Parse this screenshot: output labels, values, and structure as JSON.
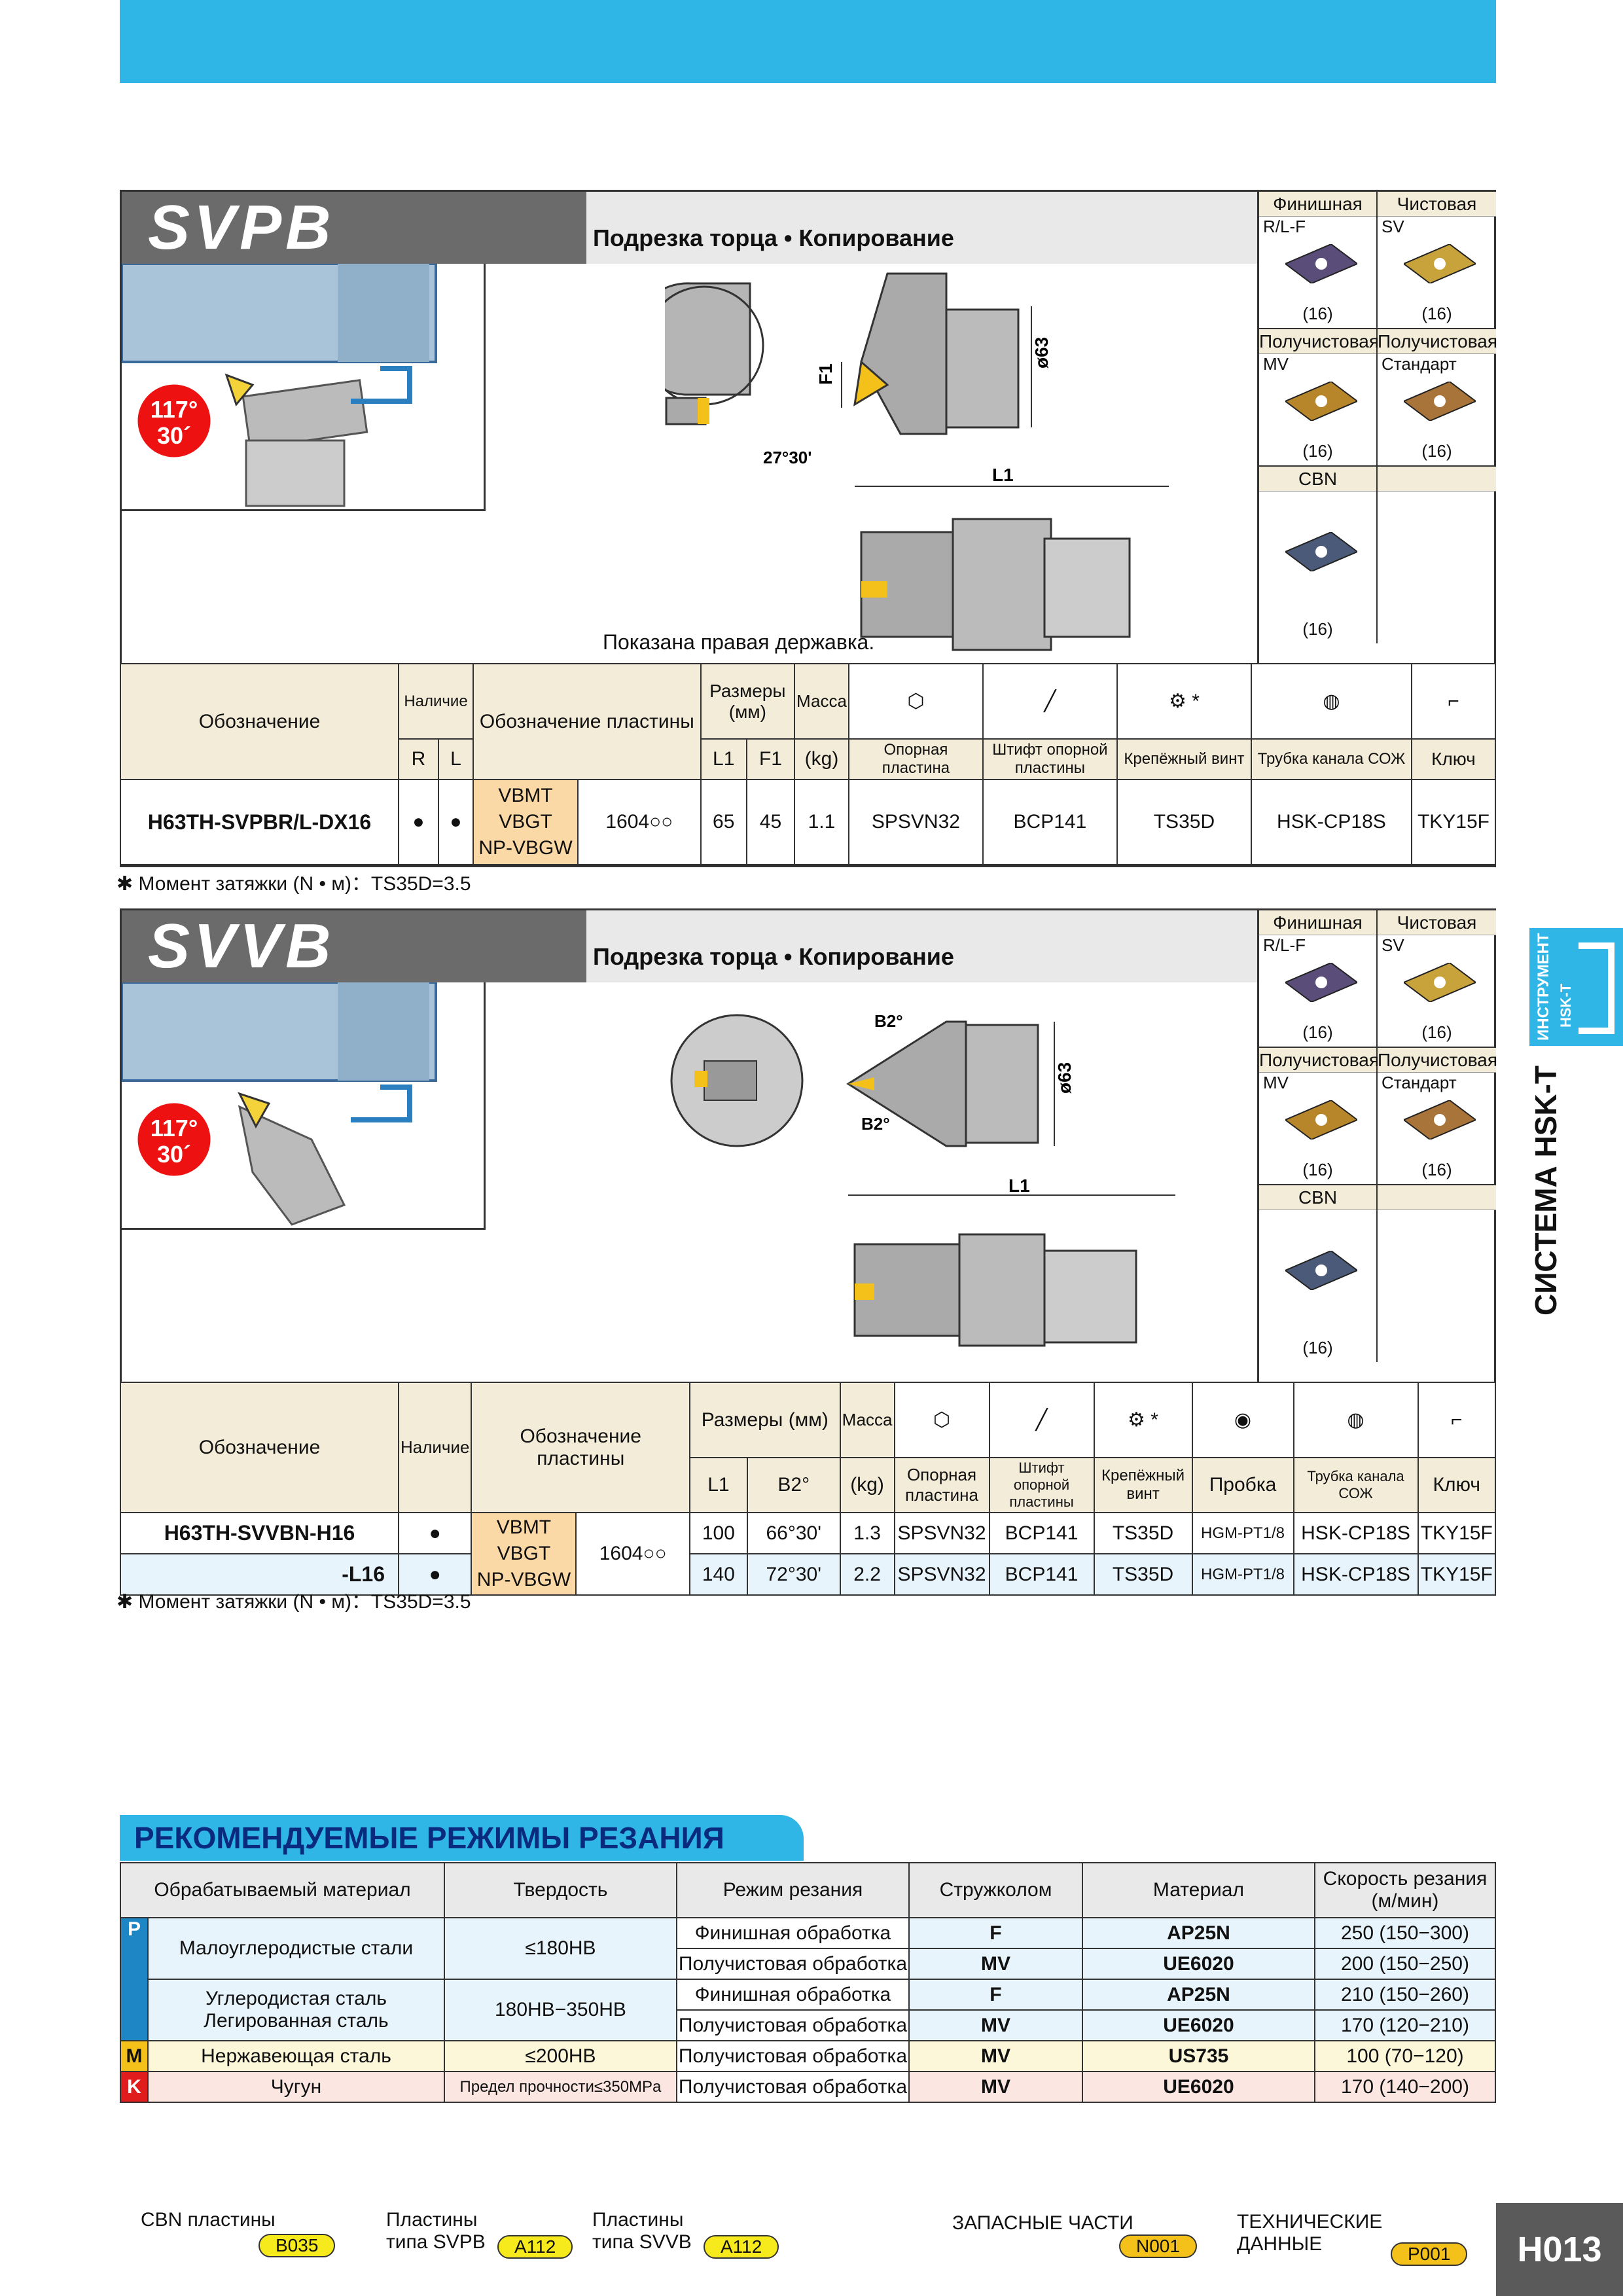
{
  "svpb": {
    "title": "SVPB",
    "subtitle": "Подрезка торца • Копирование",
    "angle1": "117°",
    "angle2": "30´",
    "dim_d": "ø63",
    "dim_f": "F1",
    "dim_l": "L1",
    "dim_angle": "27°30'",
    "caption": "Показана правая державка.",
    "inserts": [
      {
        "hdr": "Финишная",
        "code": "R/L-F",
        "cnt": "(16)",
        "color": "#5a4d7a"
      },
      {
        "hdr": "Чистовая",
        "code": "SV",
        "cnt": "(16)",
        "color": "#c8a23a"
      },
      {
        "hdr": "Получистовая",
        "code": "MV",
        "cnt": "(16)",
        "color": "#b8862a"
      },
      {
        "hdr": "Получистовая",
        "code": "Стандарт",
        "cnt": "(16)",
        "color": "#a8743a"
      },
      {
        "hdr": "CBN",
        "code": "",
        "cnt": "(16)",
        "color": "#4a5a78"
      },
      {
        "hdr": "",
        "code": "",
        "cnt": "",
        "color": ""
      }
    ],
    "th": {
      "designation": "Обозначение",
      "avail": "Наличие",
      "r": "R",
      "l": "L",
      "insert": "Обозначение пластины",
      "dims": "Размеры (мм)",
      "l1": "L1",
      "f1": "F1",
      "mass": "Масса",
      "kg": "(kg)",
      "seat": "Опорная пластина",
      "pin": "Штифт опорной пластины",
      "screw": "Крепёжный винт",
      "tube": "Трубка канала СОЖ",
      "key": "Ключ",
      "star": "*"
    },
    "row": {
      "designation": "H63TH-SVPBR/L-DX16",
      "r": "●",
      "l": "●",
      "ins1": "VBMT",
      "ins2": "VBGT",
      "ins3": "NP-VBGW",
      "size": "1604○○",
      "l1": "65",
      "f1": "45",
      "mass": "1.1",
      "seat": "SPSVN32",
      "pin": "BCP141",
      "screw": "TS35D",
      "tube": "HSK-CP18S",
      "key": "TKY15F"
    },
    "note": "✱ Момент затяжки (N • м)：TS35D=3.5"
  },
  "svvb": {
    "title": "SVVB",
    "subtitle": "Подрезка торца • Копирование",
    "angle1": "117°",
    "angle2": "30´",
    "dim_d": "ø63",
    "dim_l": "L1",
    "dim_b1": "B2°",
    "dim_b2": "B2°",
    "inserts": [
      {
        "hdr": "Финишная",
        "code": "R/L-F",
        "cnt": "(16)",
        "color": "#5a4d7a"
      },
      {
        "hdr": "Чистовая",
        "code": "SV",
        "cnt": "(16)",
        "color": "#c8a23a"
      },
      {
        "hdr": "Получистовая",
        "code": "MV",
        "cnt": "(16)",
        "color": "#b8862a"
      },
      {
        "hdr": "Получистовая",
        "code": "Стандарт",
        "cnt": "(16)",
        "color": "#a8743a"
      },
      {
        "hdr": "CBN",
        "code": "",
        "cnt": "(16)",
        "color": "#4a5a78"
      },
      {
        "hdr": "",
        "code": "",
        "cnt": "",
        "color": ""
      }
    ],
    "th": {
      "designation": "Обозначение",
      "avail": "Наличие",
      "insert": "Обозначение пластины",
      "dims": "Размеры (мм)",
      "l1": "L1",
      "b2": "B2°",
      "mass": "Масса",
      "kg": "(kg)",
      "seat": "Опорная пластина",
      "pin": "Штифт опорной пластины",
      "screw": "Крепёжный винт",
      "plug": "Пробка",
      "tube": "Трубка канала СОЖ",
      "key": "Ключ",
      "star": "*"
    },
    "rows": [
      {
        "designation": "H63TH-SVVBN-H16",
        "avail": "●",
        "l1": "100",
        "b2": "66°30'",
        "mass": "1.3",
        "seat": "SPSVN32",
        "pin": "BCP141",
        "screw": "TS35D",
        "plug": "HGM-PT1/8",
        "tube": "HSK-CP18S",
        "key": "TKY15F"
      },
      {
        "designation": "-L16",
        "avail": "●",
        "l1": "140",
        "b2": "72°30'",
        "mass": "2.2",
        "seat": "SPSVN32",
        "pin": "BCP141",
        "screw": "TS35D",
        "plug": "HGM-PT1/8",
        "tube": "HSK-CP18S",
        "key": "TKY15F"
      }
    ],
    "ins1": "VBMT",
    "ins2": "VBGT",
    "ins3": "NP-VBGW",
    "size": "1604○○",
    "note": "✱ Момент затяжки (N • м)：TS35D=3.5"
  },
  "cutting": {
    "title": "РЕКОМЕНДУЕМЫЕ РЕЖИМЫ РЕЗАНИЯ",
    "headers": [
      "Обрабатываемый материал",
      "Твердость",
      "Режим резания",
      "Стружколом",
      "Материал",
      "Скорость резания (м/мин)"
    ],
    "rows": [
      {
        "cls": "P",
        "mat": "Малоуглеродистые стали",
        "hard": "≤180HB",
        "mode": "Финишная обработка",
        "chip": "F",
        "grade": "AP25N",
        "speed": "250 (150−300)"
      },
      {
        "mode": "Получистовая обработка",
        "chip": "MV",
        "grade": "UE6020",
        "speed": "200 (150−250)"
      },
      {
        "mat": "Углеродистая сталь Легированная сталь",
        "hard": "180HB−350HB",
        "mode": "Финишная обработка",
        "chip": "F",
        "grade": "AP25N",
        "speed": "210 (150−260)"
      },
      {
        "mode": "Получистовая обработка",
        "chip": "MV",
        "grade": "UE6020",
        "speed": "170 (120−210)"
      },
      {
        "cls": "M",
        "mat": "Нержавеющая сталь",
        "hard": "≤200HB",
        "mode": "Получистовая обработка",
        "chip": "MV",
        "grade": "US735",
        "speed": "100 (70−120)"
      },
      {
        "cls": "K",
        "mat": "Чугун",
        "hard": "Предел прочности≤350MPa",
        "mode": "Получистовая обработка",
        "chip": "MV",
        "grade": "UE6020",
        "speed": "170 (140−200)"
      }
    ]
  },
  "side": {
    "label": "СИСТЕМА HSK-T",
    "tag1": "ИНСТРУМЕНТ",
    "tag2": "HSK-T",
    "colors": {
      "accent": "#2fb6e6"
    }
  },
  "footer": {
    "refs": [
      {
        "label": "CBN пластины",
        "code": "B035"
      },
      {
        "label": "Пластины типа SVPB",
        "code": "A112"
      },
      {
        "label": "Пластины типа SVVB",
        "code": "A112"
      },
      {
        "label": "ЗАПАСНЫЕ ЧАСТИ",
        "code": "N001"
      },
      {
        "label": "ТЕХНИЧЕСКИЕ ДАННЫЕ",
        "code": "P001"
      }
    ],
    "page": "H013"
  }
}
